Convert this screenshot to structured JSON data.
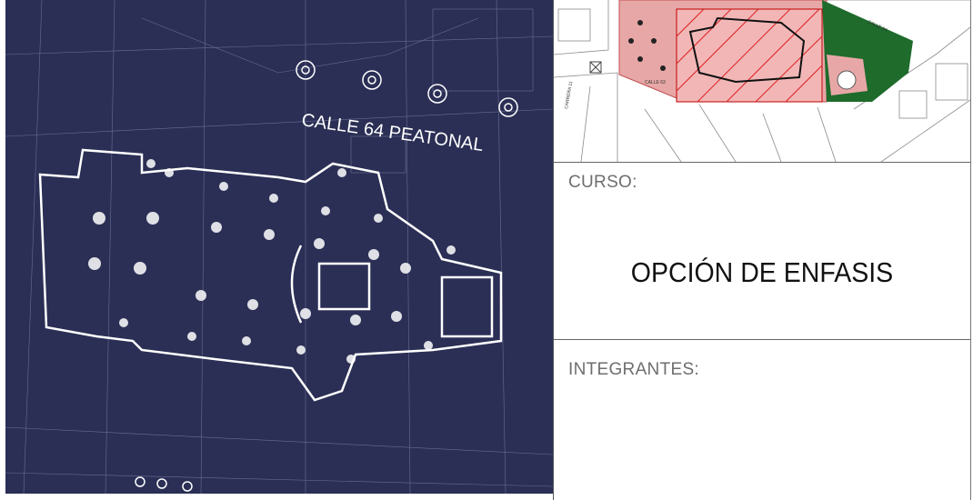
{
  "plan": {
    "street_label": "CALLE 64 PEATONAL"
  },
  "map": {
    "street_labels": [
      "CALLE 63",
      "CARRERA 11",
      "CALLE 64"
    ]
  },
  "panel": {
    "curso_label": "CURSO:",
    "title": "OPCIÓN DE ENFASIS",
    "integrantes_label": "INTEGRANTES:"
  },
  "colors": {
    "plan_background": "#2b2f55",
    "plaza_red": "#e8a7a7",
    "park_green": "#1e6b2c"
  }
}
